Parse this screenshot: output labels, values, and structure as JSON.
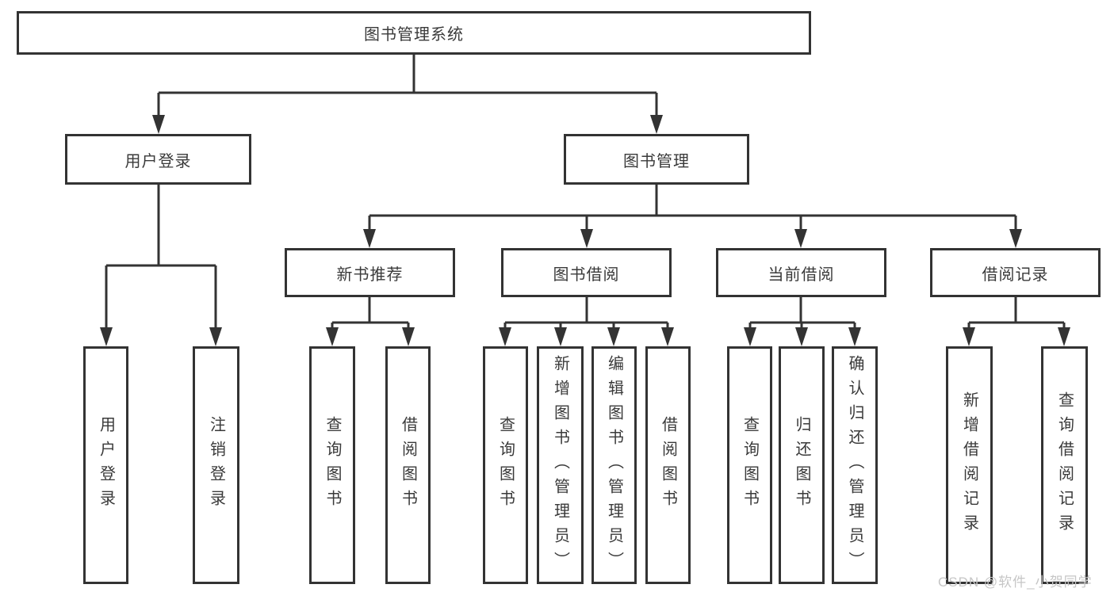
{
  "diagram": {
    "title": "图书管理系统",
    "root": "图书管理系统",
    "level2": [
      "用户登录",
      "图书管理"
    ],
    "level3": [
      "新书推荐",
      "图书借阅",
      "当前借阅",
      "借阅记录"
    ],
    "leaves": {
      "login": [
        "用户登录",
        "注销登录"
      ],
      "recommend": [
        "查询图书",
        "借阅图书"
      ],
      "borrow": [
        "查询图书",
        "新增图书（管理员）",
        "编辑图书（管理员）",
        "借阅图书"
      ],
      "current": [
        "查询图书",
        "归还图书",
        "确认归还（管理员）"
      ],
      "records": [
        "新增借阅记录",
        "查询借阅记录"
      ]
    }
  },
  "watermark": "CSDN @软件_小贺同学",
  "colors": {
    "line": "#333333",
    "text": "#3a3a3a",
    "watermark": "#c6c6c6",
    "background": "#ffffff"
  }
}
